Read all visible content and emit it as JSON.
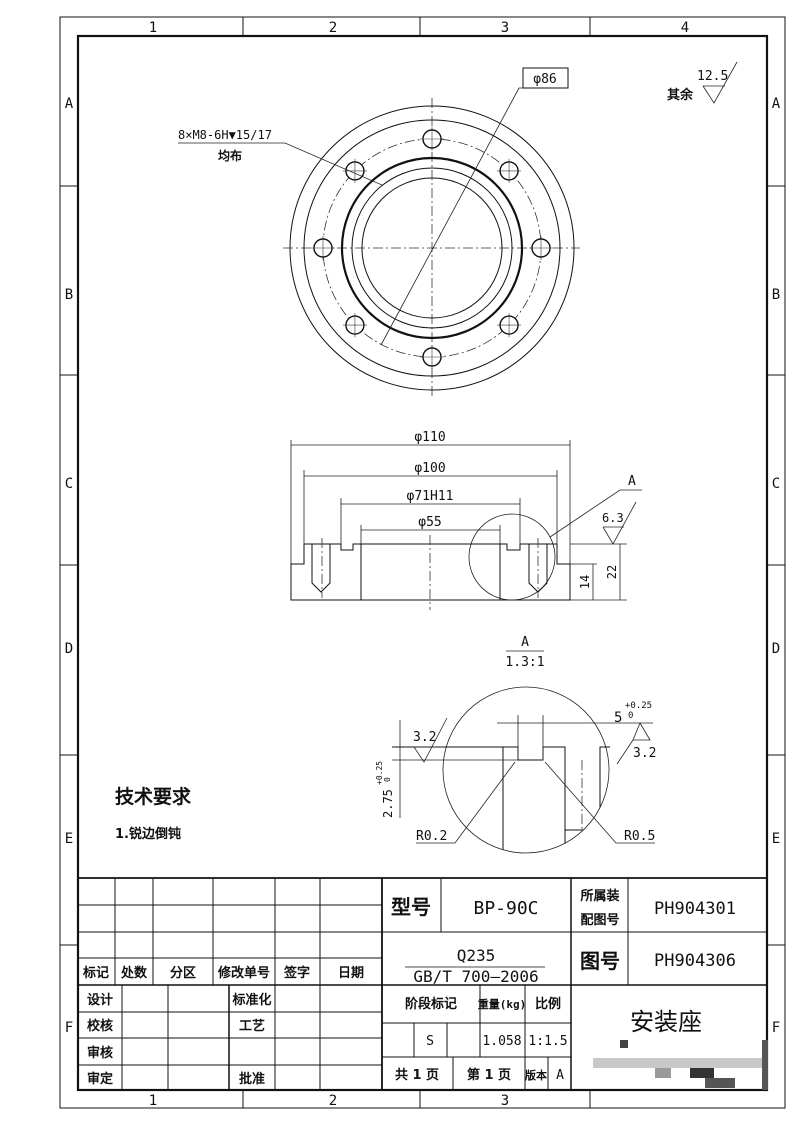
{
  "frame": {
    "columns": [
      "1",
      "2",
      "3",
      "4"
    ],
    "rows": [
      "A",
      "B",
      "C",
      "D",
      "E",
      "F"
    ],
    "bottom_columns": [
      "1",
      "2",
      "3"
    ]
  },
  "top_view": {
    "thread_callout": "8×M8-6H▼15/17",
    "thread_note": "均布",
    "diameter_box": "φ86",
    "roughness_other_value": "12.5",
    "roughness_other_label": "其余"
  },
  "section_view": {
    "dim_110": "φ110",
    "dim_100": "φ100",
    "dim_71": "φ71H11",
    "dim_55": "φ55",
    "dim_14": "14",
    "dim_22": "22",
    "detail_label": "A",
    "roughness": "6.3"
  },
  "detail_view": {
    "label": "A",
    "scale": "1.3:1",
    "width_dim": "5",
    "width_tol_upper": "+0.25",
    "width_tol_lower": "0",
    "depth_dim": "2.75",
    "depth_tol_upper": "+0.25",
    "depth_tol_lower": "0",
    "roughness_left": "3.2",
    "roughness_right": "3.2",
    "radius_left": "R0.2",
    "radius_right": "R0.5"
  },
  "tech_requirements": {
    "title": "技术要求",
    "items": [
      "1.锐边倒钝"
    ]
  },
  "title_block": {
    "revision_headers": [
      "标记",
      "处数",
      "分区",
      "修改单号",
      "签字",
      "日期"
    ],
    "sign_rows": [
      "设计",
      "校核",
      "审核",
      "审定"
    ],
    "sign_mid": [
      "标准化",
      "工艺",
      "",
      "批准"
    ],
    "model_label": "型号",
    "model_value": "BP-90C",
    "assembly_label": "所属装配图号",
    "assembly_value": "PH904301",
    "material": "Q235",
    "material_standard": "GB/T 700—2006",
    "drawing_no_label": "图号",
    "drawing_no_value": "PH904306",
    "stage_label": "阶段标记",
    "weight_label": "重量(kg)",
    "scale_label": "比例",
    "stage_value": "S",
    "weight_value": "1.058",
    "scale_value": "1:1.5",
    "total_pages": "共 1 页",
    "page_no": "第 1 页",
    "version_label": "版本",
    "version_value": "A",
    "part_name": "安装座"
  }
}
